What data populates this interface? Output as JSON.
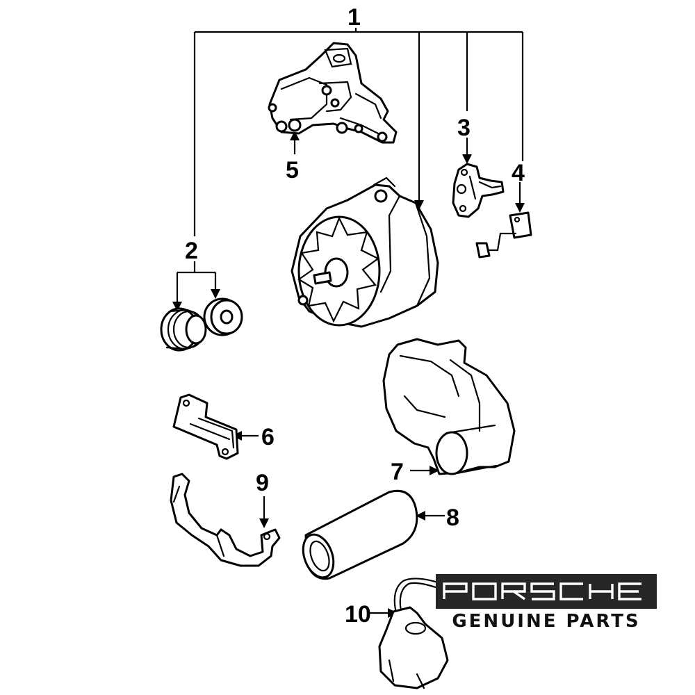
{
  "diagram": {
    "callouts": [
      {
        "id": "1",
        "label": "1"
      },
      {
        "id": "2",
        "label": "2"
      },
      {
        "id": "3",
        "label": "3"
      },
      {
        "id": "4",
        "label": "4"
      },
      {
        "id": "5",
        "label": "5"
      },
      {
        "id": "6",
        "label": "6"
      },
      {
        "id": "7",
        "label": "7"
      },
      {
        "id": "8",
        "label": "8"
      },
      {
        "id": "9",
        "label": "9"
      },
      {
        "id": "10",
        "label": "10"
      }
    ]
  },
  "brand": {
    "logo_text": "PORSCHE",
    "tagline": "GENUINE PARTS",
    "logo_background": "#262626",
    "logo_foreground": "#ffffff"
  }
}
